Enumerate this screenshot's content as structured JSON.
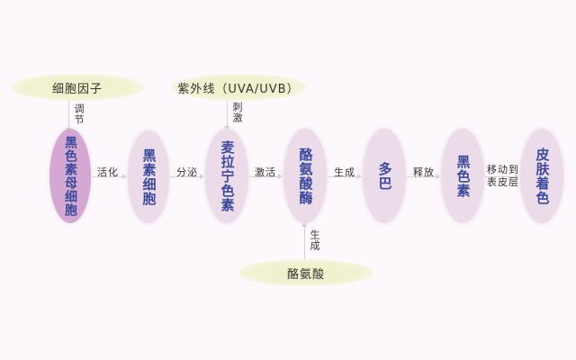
{
  "diagram": {
    "inputs": {
      "cytokine": "细胞因子",
      "uv": "紫外线（UVA/UVB）",
      "tyrosine": "酪氨酸"
    },
    "vertical_labels": {
      "regulate": "调节",
      "stimulate": "刺激",
      "generate": "生成"
    },
    "nodes": [
      {
        "label": "黑色素母细胞",
        "lines": [
          "黑色素母",
          "细胞"
        ]
      },
      {
        "label": "黑素细胞"
      },
      {
        "label": "麦拉宁色素"
      },
      {
        "label": "酪氨酸酶"
      },
      {
        "label": "多巴"
      },
      {
        "label": "黑色素"
      },
      {
        "label": "皮肤着色"
      }
    ],
    "edges": [
      {
        "label": "活化"
      },
      {
        "label": "分泌"
      },
      {
        "label": "激活"
      },
      {
        "label": "生成"
      },
      {
        "label": "释放"
      },
      {
        "label": "移动到表皮层",
        "lines": [
          "移动到",
          "表皮层"
        ]
      }
    ],
    "colors": {
      "node_fill": "#ecdcea",
      "first_node_fill": "#d4a8d2",
      "node_text": "#3b4a9c",
      "input_fill": "#eef0c6",
      "background": "#fcf8fb"
    }
  }
}
